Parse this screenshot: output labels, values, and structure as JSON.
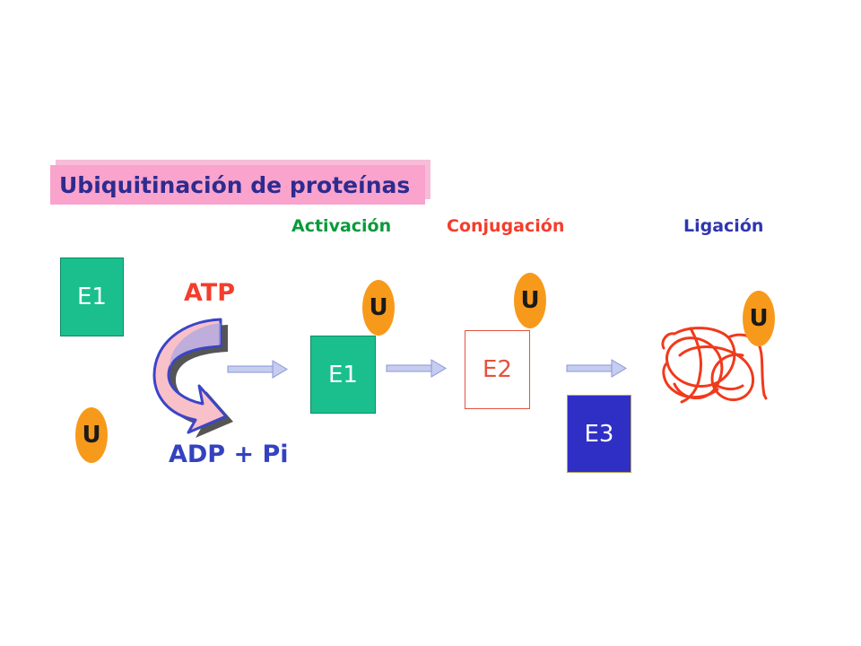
{
  "title": "Ubiquitinación de proteínas",
  "stages": {
    "activation": "Activación",
    "conjugation": "Conjugación",
    "ligation": "Ligación"
  },
  "enzymes": {
    "e1_free": "E1",
    "e1_bound": "E1",
    "e2": "E2",
    "e3": "E3"
  },
  "ubiquitin_label": "U",
  "reaction": {
    "input": "ATP",
    "output": "ADP + Pi"
  },
  "icons": {
    "reaction_arrow": "curved-arrow-icon",
    "flow_arrow": "right-arrow-icon",
    "protein": "tangled-protein-icon"
  },
  "colors": {
    "title_bg": "#f9a3cd",
    "title_text": "#2e2b8e",
    "activation": "#0b9a3b",
    "conjugation": "#f43d2c",
    "ligation": "#2e36b0",
    "e1": "#1bbf8e",
    "e3": "#2f2fc6",
    "ubiquitin": "#f79a1b",
    "protein": "#f03a1c"
  }
}
